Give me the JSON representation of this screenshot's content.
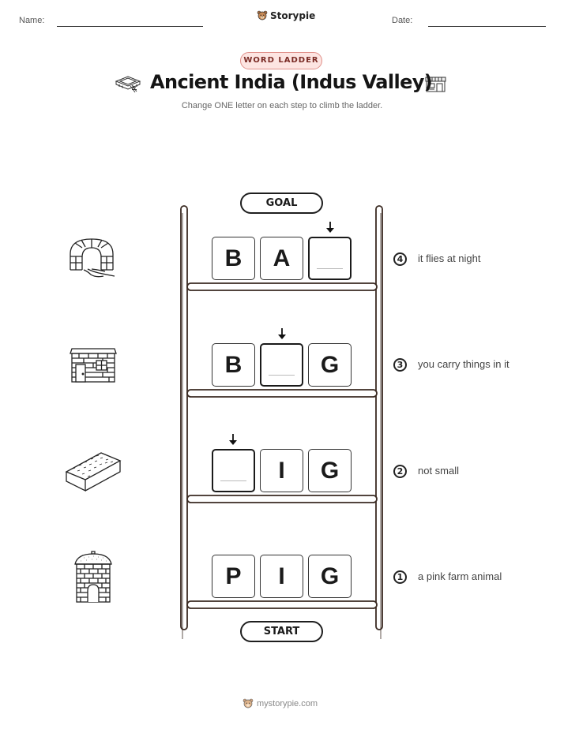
{
  "header": {
    "name_label": "Name:",
    "date_label": "Date:",
    "brand": "Storypie"
  },
  "tag": "WORD LADDER",
  "title": "Ancient India (Indus Valley)",
  "subtitle": "Change ONE letter on each step to climb the ladder.",
  "ladder": {
    "goal_label": "GOAL",
    "start_label": "START",
    "rows": [
      {
        "letters": [
          "B",
          "A",
          ""
        ],
        "blank_index": 2,
        "number": "4",
        "clue": "it flies at night",
        "image": "stone-arch-drain-icon"
      },
      {
        "letters": [
          "B",
          "",
          "G"
        ],
        "blank_index": 1,
        "number": "3",
        "clue": "you carry things in it",
        "image": "brick-house-icon"
      },
      {
        "letters": [
          "",
          "I",
          "G"
        ],
        "blank_index": 0,
        "number": "2",
        "clue": "not small",
        "image": "brick-icon"
      },
      {
        "letters": [
          "P",
          "I",
          "G"
        ],
        "blank_index": -1,
        "number": "1",
        "clue": "a pink farm animal",
        "image": "granary-icon"
      }
    ]
  },
  "footer": "mystorypie.com"
}
